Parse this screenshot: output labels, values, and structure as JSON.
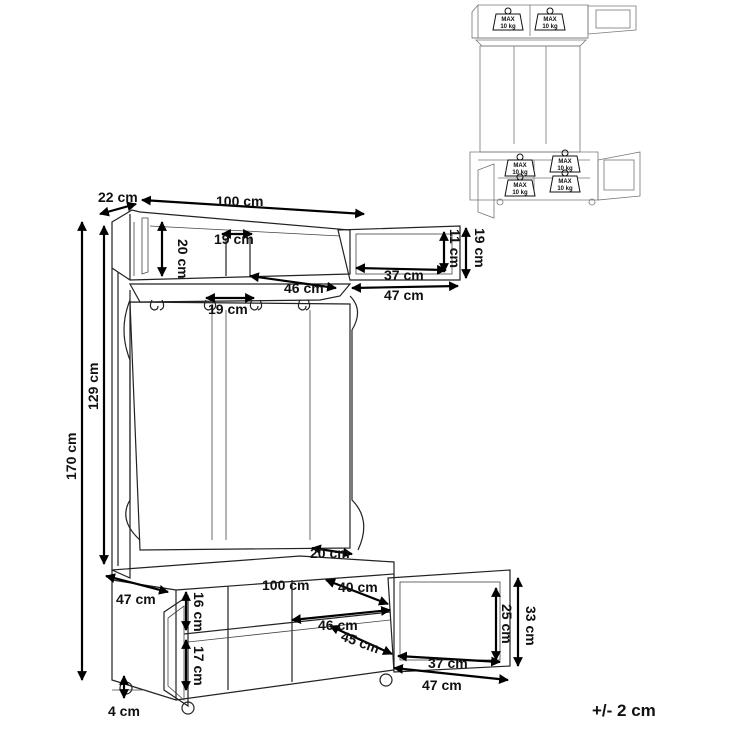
{
  "dimensions": {
    "top_depth": "22 cm",
    "top_width": "100 cm",
    "shelf_height": "20 cm",
    "cubby_width": "19 cm",
    "door_inner_height": "11 cm",
    "door_height": "19 cm",
    "door_inner_width": "37 cm",
    "inner_depth": "46 cm",
    "door_width": "47 cm",
    "hook_spacing": "19 cm",
    "upper_height": "129 cm",
    "total_height": "170 cm",
    "bench_depth": "20 cm",
    "bench_width": "100 cm",
    "base_depth": "47 cm",
    "compartment_width": "40 cm",
    "shelf_upper_height": "16 cm",
    "base_inner_depth": "46 cm",
    "base_shelf_depth": "45 cm",
    "shelf_lower_height": "17 cm",
    "base_door_inner_height": "25 cm",
    "base_door_height": "33 cm",
    "base_door_inner_width": "37 cm",
    "base_door_width": "47 cm",
    "foot_height": "4 cm"
  },
  "load_labels": {
    "max": "MAX",
    "weight": "10 kg"
  },
  "tolerance": "+/- 2 cm",
  "colors": {
    "line": "#222222",
    "dimension": "#000000",
    "thumbnail": "#777777"
  },
  "icons": [
    "weight-icon",
    "coat-hook-icon"
  ]
}
